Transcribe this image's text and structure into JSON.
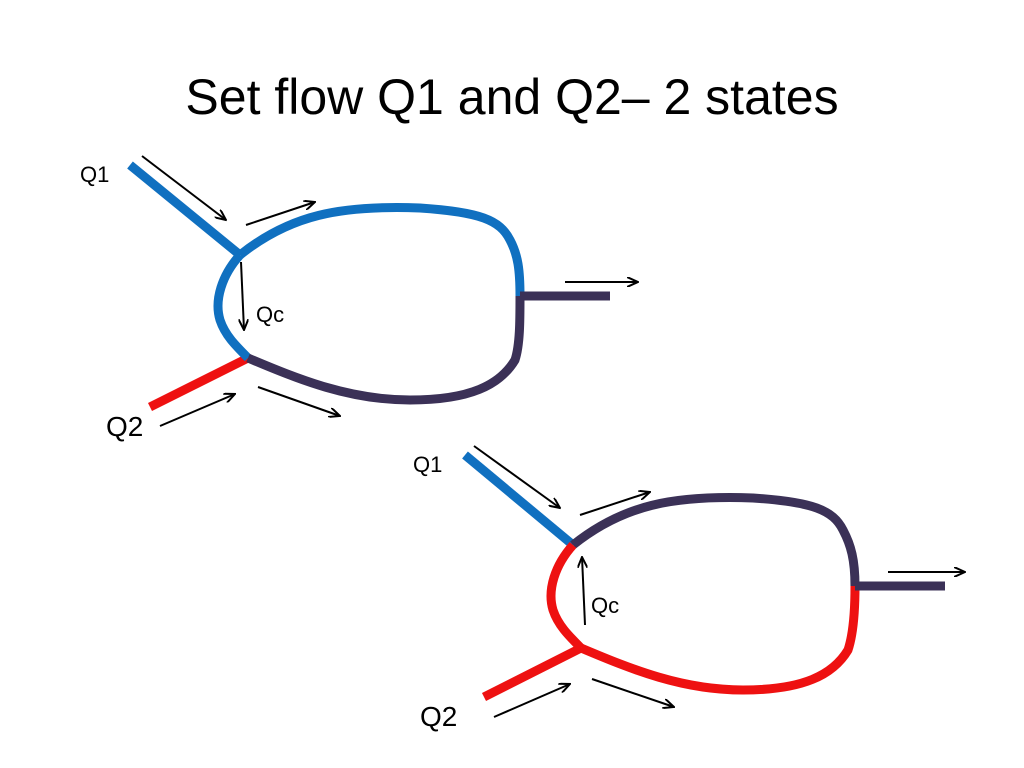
{
  "slide": {
    "title": "Set flow Q1 and Q2– 2 states"
  },
  "colors": {
    "q1_flow": "#1070c0",
    "q2_flow": "#ee1111",
    "mixed_flow": "#3b3157",
    "arrow": "#000000"
  },
  "state_1": {
    "inlet_top_label": "Q1",
    "inlet_bottom_label": "Q2",
    "connector_label": "Qc",
    "connector_direction": "down"
  },
  "state_2": {
    "inlet_top_label": "Q1",
    "inlet_bottom_label": "Q2",
    "connector_label": "Qc",
    "connector_direction": "up"
  }
}
